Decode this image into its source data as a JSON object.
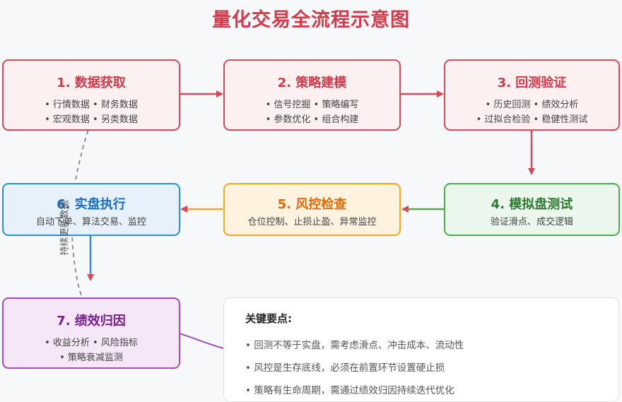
{
  "title": "量化交易全流程示意图",
  "steps": [
    {
      "title": "1. 数据获取",
      "lines": [
        "• 行情数据 • 财务数据",
        "• 宏观数据 • 另类数据"
      ]
    },
    {
      "title": "2. 策略建模",
      "lines": [
        "• 信号挖掘 • 策略编写",
        "• 参数优化 • 组合构建"
      ]
    },
    {
      "title": "3. 回测验证",
      "lines": [
        "• 历史回测 • 绩效分析",
        "• 过拟合检验 • 稳健性测试"
      ]
    },
    {
      "title": "4. 模拟盘测试",
      "lines": [
        "验证滑点、成交逻辑"
      ]
    },
    {
      "title": "5. 风控检查",
      "lines": [
        "仓位控制、止损止盈、异常监控"
      ]
    },
    {
      "title": "6. 实盘执行",
      "lines": [
        "自动下单、算法交易、监控"
      ]
    },
    {
      "title": "7. 绩效归因",
      "lines": [
        "• 收益分析 • 风险指标",
        "• 策略衰减监测"
      ]
    }
  ],
  "feedback_label": "持续更新数据",
  "notes": {
    "heading": "关键要点:",
    "items": [
      "• 回测不等于实盘，需考虑滑点、冲击成本、流动性",
      "• 风控是生存底线，必须在前置环节设置硬止损",
      "• 策略有生命周期，需通过绩效归因持续迭代优化"
    ]
  },
  "colors": {
    "red": "#d64a5a",
    "blue": "#2e8fe0",
    "orange": "#f5a623",
    "green": "#4cae4f",
    "purple": "#a34cb5"
  }
}
